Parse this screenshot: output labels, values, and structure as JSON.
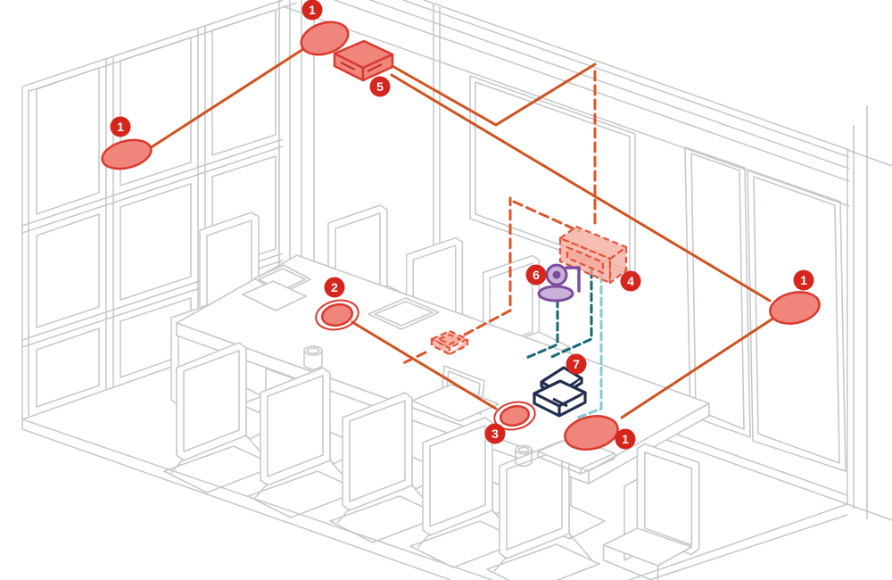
{
  "diagram": {
    "type": "isometric-room-av-diagram",
    "callouts": [
      {
        "id": "ceiling-speaker",
        "number": "1"
      },
      {
        "id": "wall-speaker-left",
        "number": "1"
      },
      {
        "id": "wall-speaker-right",
        "number": "1"
      },
      {
        "id": "table-speaker",
        "number": "1"
      },
      {
        "id": "table-mic-1",
        "number": "2"
      },
      {
        "id": "table-mic-2",
        "number": "3"
      },
      {
        "id": "soundbar",
        "number": "4"
      },
      {
        "id": "av-receiver",
        "number": "5"
      },
      {
        "id": "ptz-camera",
        "number": "6"
      },
      {
        "id": "tabletop-codec",
        "number": "7"
      }
    ],
    "colors": {
      "badge_red": "#d6251d",
      "device_red_fill": "#f0857c",
      "device_red_stroke": "#dc382e",
      "cable_orange": "#d0531f",
      "cable_orange_dashed": "#dd5529",
      "cable_teal_dark": "#166a72",
      "cable_teal_light": "#82cbd8",
      "camera_purple": "#7a4c9b",
      "codec_navy": "#222d4f",
      "room_line_gray": "#c6c9cb"
    }
  }
}
